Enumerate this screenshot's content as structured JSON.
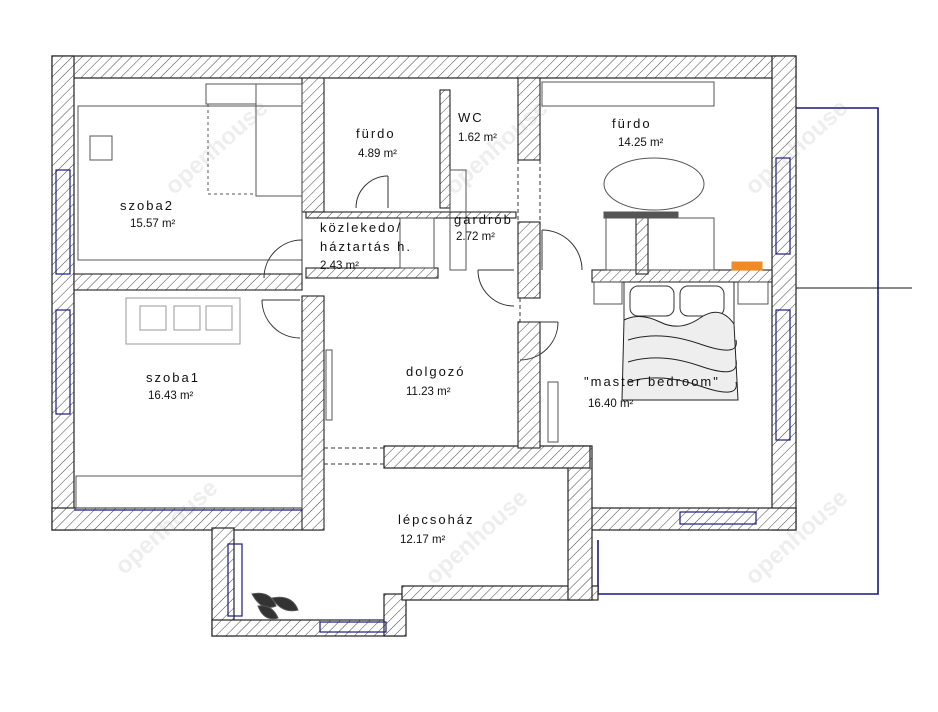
{
  "rooms": [
    {
      "id": "szoba2",
      "name": "szoba2",
      "area": "15.57 m²"
    },
    {
      "id": "furdo-small",
      "name": "fürdo",
      "area": "4.89 m²"
    },
    {
      "id": "wc",
      "name": "WC",
      "area": "1.62 m²"
    },
    {
      "id": "furdo-large",
      "name": "fürdo",
      "area": "14.25 m²"
    },
    {
      "id": "kozlekedo",
      "name": "közlekedo/",
      "name2": "háztartás h.",
      "area": "2.43 m²"
    },
    {
      "id": "gardrob",
      "name": "gardrób",
      "area": "2.72 m²"
    },
    {
      "id": "szoba1",
      "name": "szoba1",
      "area": "16.43 m²"
    },
    {
      "id": "dolgozo",
      "name": "dolgozó",
      "area": "11.23 m²"
    },
    {
      "id": "master",
      "name": "\"master bedroom\"",
      "area": "16.40 m²"
    },
    {
      "id": "lepcsohaz",
      "name": "lépcsoház",
      "area": "12.17 m²"
    }
  ],
  "watermark": "openhouse",
  "colors": {
    "wall": "#222222",
    "hatch": "#444444",
    "window": "#1a1a7a",
    "heater": "#f08a24",
    "furniture": "#555555"
  }
}
